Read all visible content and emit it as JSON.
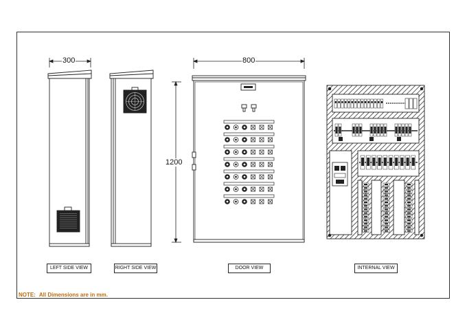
{
  "dimensions": {
    "side_width": "300",
    "front_width": "800",
    "height": "1200"
  },
  "views": {
    "left_side": "LEFT SIDE VIEW",
    "right_side": "RIGHT SIDE VIEW",
    "door": "DOOR VIEW",
    "internal": "INTERNAL VIEW"
  },
  "note": {
    "prefix": "NOTE:",
    "text": "All Dimensions are in mm."
  },
  "colors": {
    "line": "#222222",
    "note": "#c46a0c",
    "hatch": "#333333"
  }
}
